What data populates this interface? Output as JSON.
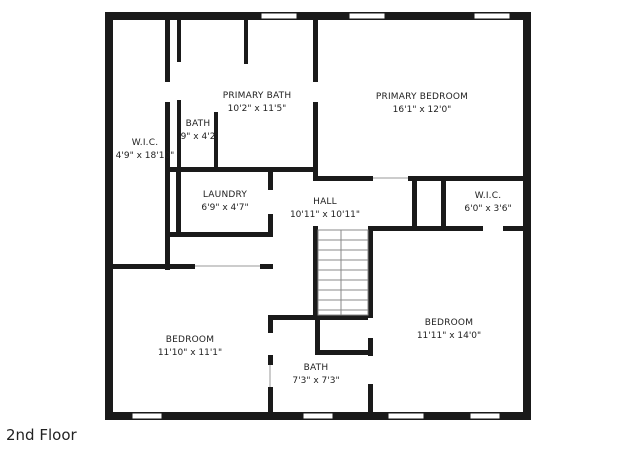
{
  "floor_label": "2nd Floor",
  "colors": {
    "wall": "#1a1a1a",
    "window": "#ffffff",
    "stair": "#888888",
    "text": "#222222"
  },
  "rooms": [
    {
      "id": "wic-left",
      "name": "W.I.C.",
      "dims": "4'9\" x 18'10\""
    },
    {
      "id": "primary-bath",
      "name": "PRIMARY BATH",
      "dims": "10'2\" x 11'5\""
    },
    {
      "id": "bath-small",
      "name": "BATH",
      "dims": "9\" x 4'2"
    },
    {
      "id": "primary-bedroom",
      "name": "PRIMARY BEDROOM",
      "dims": "16'1\" x 12'0\""
    },
    {
      "id": "laundry",
      "name": "LAUNDRY",
      "dims": "6'9\" x 4'7\""
    },
    {
      "id": "hall",
      "name": "HALL",
      "dims": "10'11\" x 10'11\""
    },
    {
      "id": "wic-right",
      "name": "W.I.C.",
      "dims": "6'0\" x 3'6\""
    },
    {
      "id": "bedroom-left",
      "name": "BEDROOM",
      "dims": "11'10\" x 11'1\""
    },
    {
      "id": "bedroom-right",
      "name": "BEDROOM",
      "dims": "11'11\" x 14'0\""
    },
    {
      "id": "bath-hall",
      "name": "BATH",
      "dims": "7'3\" x 7'3\""
    }
  ]
}
